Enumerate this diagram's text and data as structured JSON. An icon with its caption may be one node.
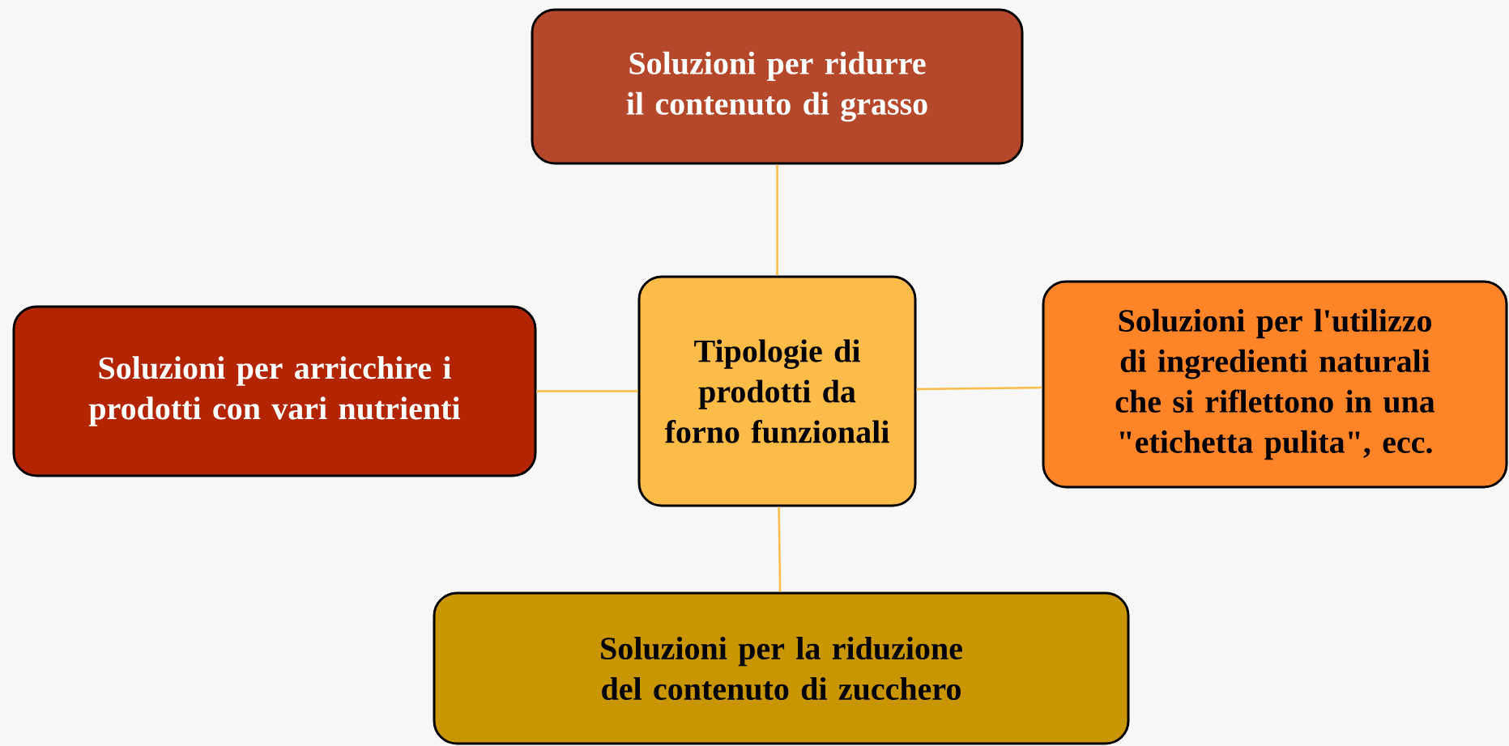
{
  "diagram": {
    "nodes": [
      {
        "text": [
          "Soluzioni per ridurre il contenuto di grasso"
        ]
      },
      {
        "text": [
          "Soluzioni per arricchire i prodotti con vari nutrienti"
        ]
      },
      {
        "text": [
          "Tipologie di prodotti da forno funzionali"
        ]
      },
      {
        "text": [
          "Soluzioni per l'utilizzo di ingredienti naturali che si riflettono in una \"etichetta pulita\", ecc."
        ]
      },
      {
        "text": [
          "Soluzioni per la riduzione del contenuto di zucchero"
        ]
      }
    ],
    "edges": [
      {
        "from": 2,
        "to": 0,
        "arrow": "none"
      },
      {
        "from": 2,
        "to": 1,
        "arrow": "none"
      },
      {
        "from": 2,
        "to": 3,
        "arrow": "none"
      },
      {
        "from": 2,
        "to": 4,
        "arrow": "none"
      }
    ]
  }
}
